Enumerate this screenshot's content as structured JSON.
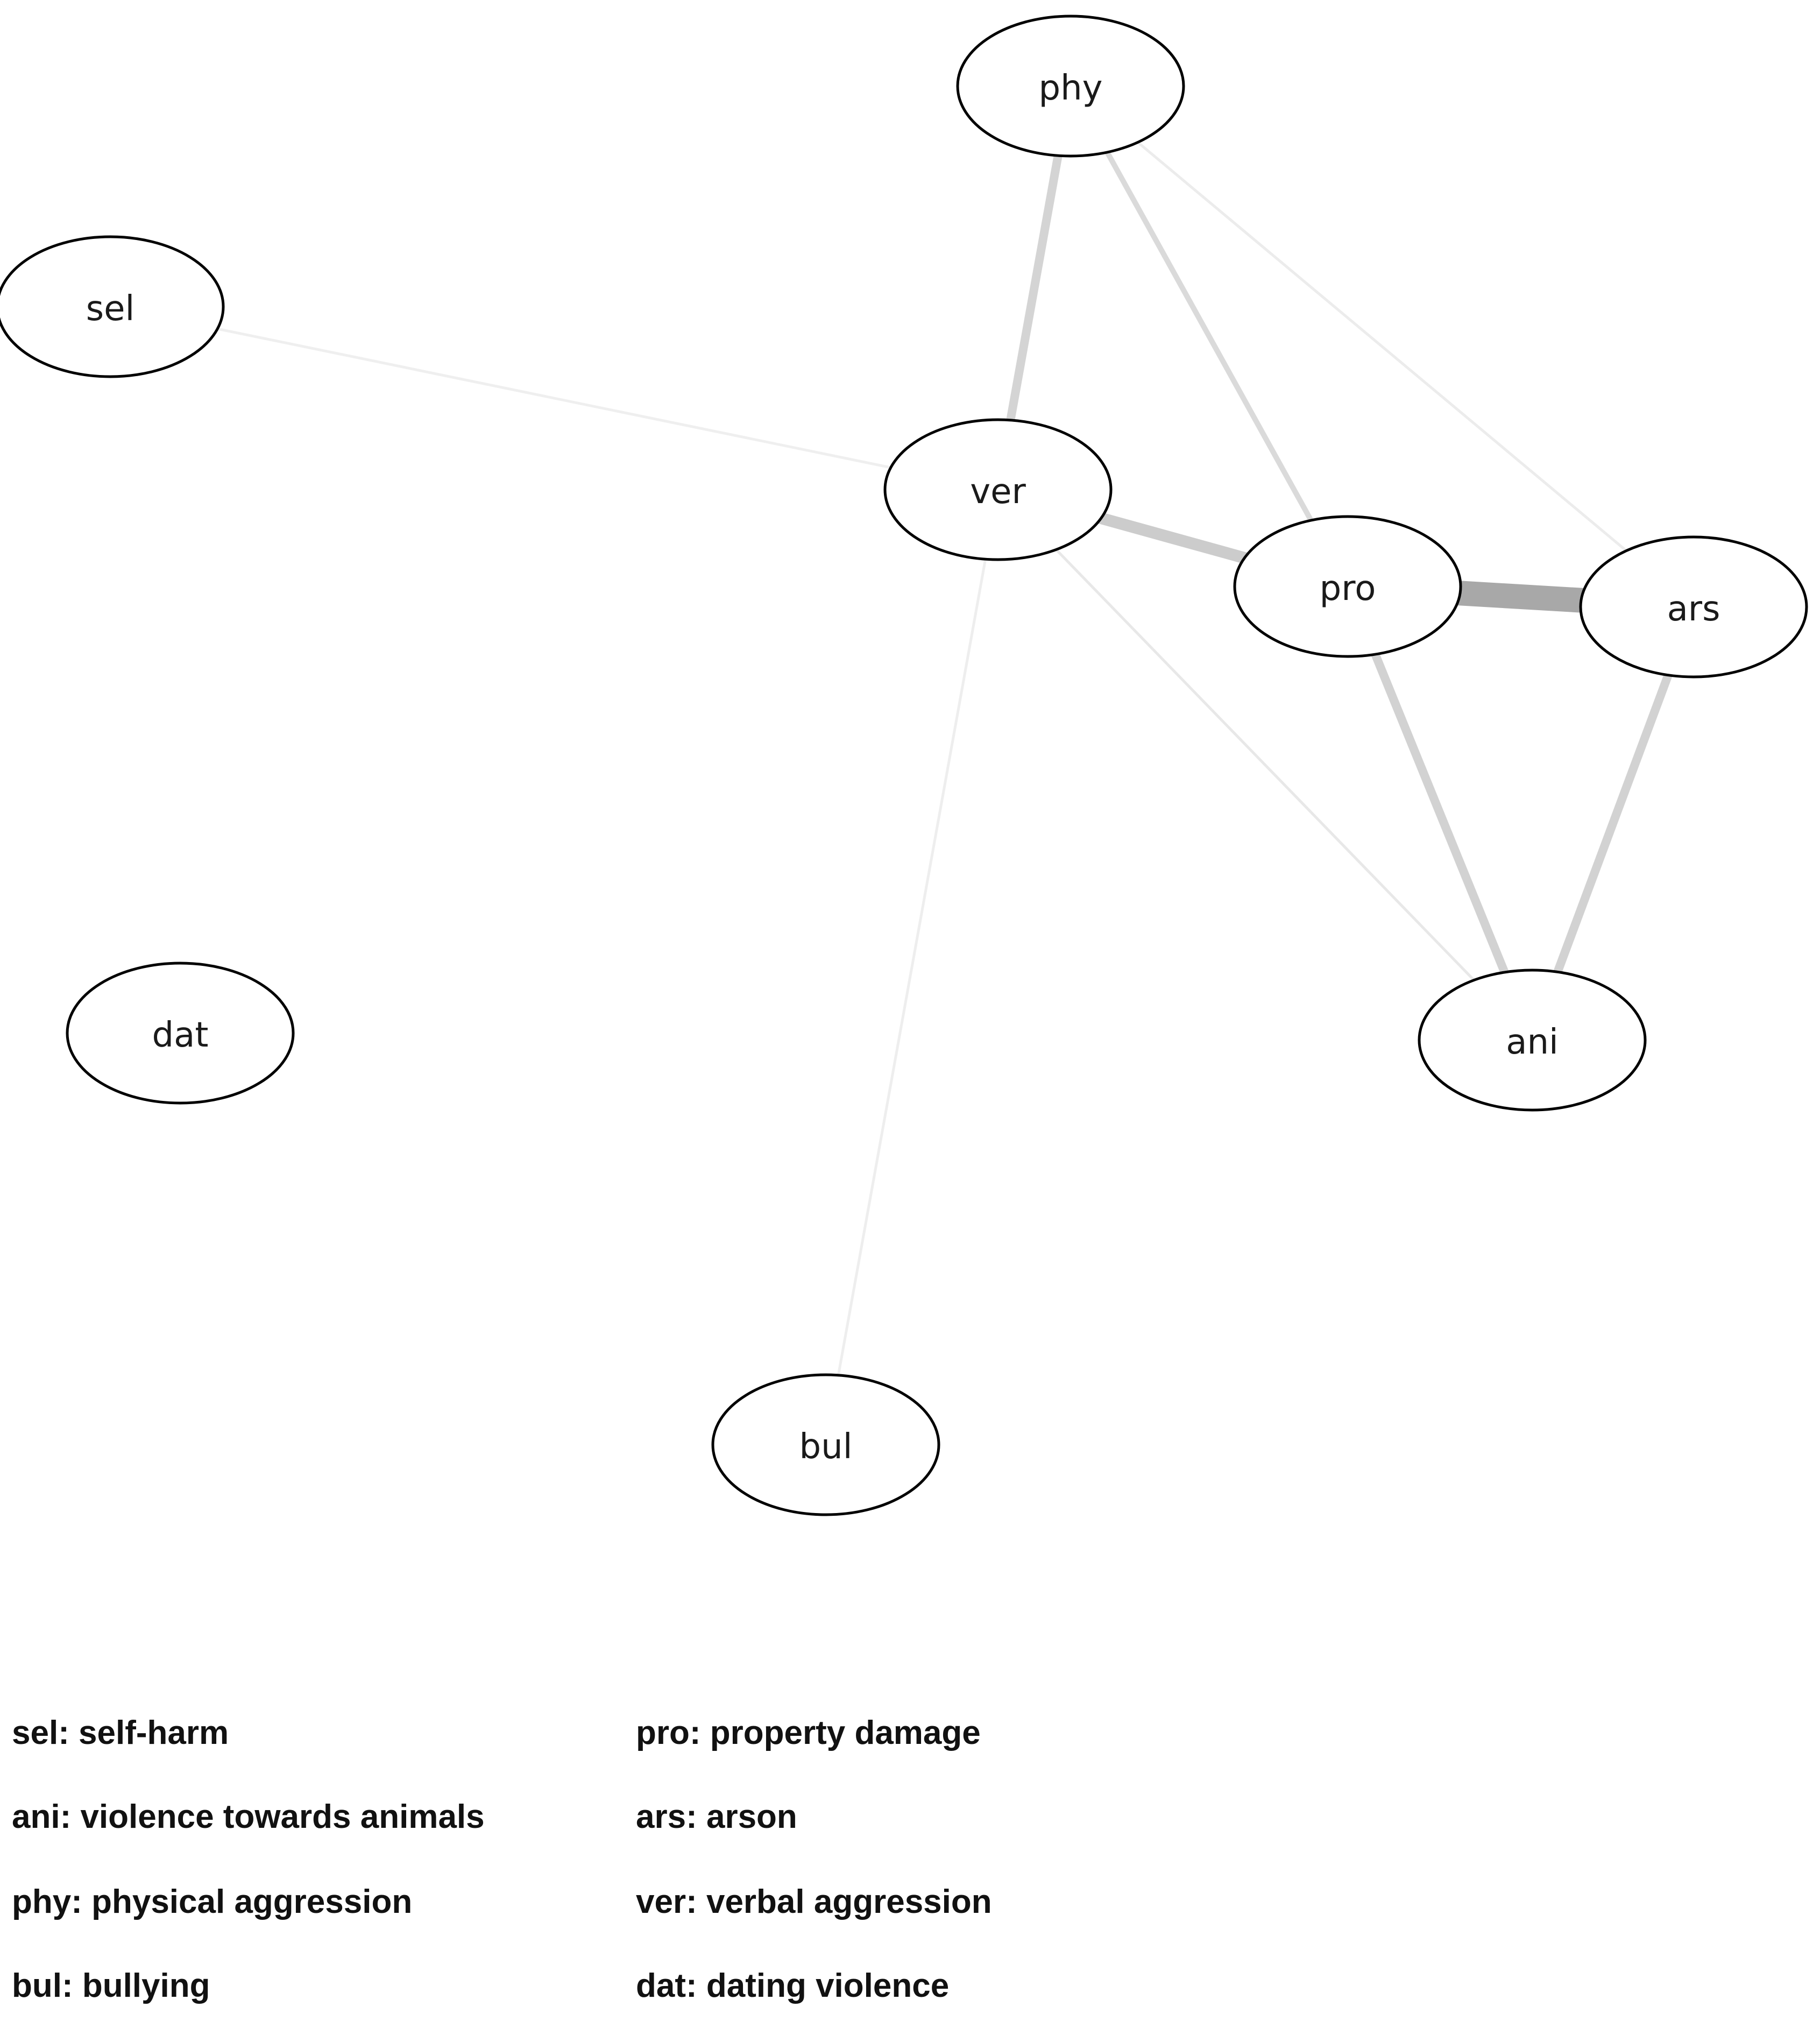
{
  "nodes": [
    {
      "id": "phy",
      "label": "phy"
    },
    {
      "id": "sel",
      "label": "sel"
    },
    {
      "id": "ver",
      "label": "ver"
    },
    {
      "id": "pro",
      "label": "pro"
    },
    {
      "id": "ars",
      "label": "ars"
    },
    {
      "id": "ani",
      "label": "ani"
    },
    {
      "id": "dat",
      "label": "dat"
    },
    {
      "id": "bul",
      "label": "bul"
    }
  ],
  "edges": [
    {
      "source": "sel",
      "target": "ver",
      "strength": "very weak",
      "color": "#efefef"
    },
    {
      "source": "phy",
      "target": "ver",
      "strength": "moderate",
      "color": "#d4d4d4"
    },
    {
      "source": "phy",
      "target": "pro",
      "strength": "weak",
      "color": "#dadada"
    },
    {
      "source": "phy",
      "target": "ars",
      "strength": "very weak",
      "color": "#ececec"
    },
    {
      "source": "ver",
      "target": "pro",
      "strength": "moderate-strong",
      "color": "#cccccc"
    },
    {
      "source": "ver",
      "target": "ani",
      "strength": "very weak",
      "color": "#e8e8e8"
    },
    {
      "source": "ver",
      "target": "bul",
      "strength": "very weak",
      "color": "#eeeeee"
    },
    {
      "source": "pro",
      "target": "ars",
      "strength": "strong",
      "color": "#a8a8a8"
    },
    {
      "source": "pro",
      "target": "ani",
      "strength": "moderate",
      "color": "#d2d2d2"
    },
    {
      "source": "ars",
      "target": "ani",
      "strength": "moderate",
      "color": "#d2d2d2"
    }
  ],
  "legend": [
    {
      "text": "sel: self-harm"
    },
    {
      "text": "pro: property damage"
    },
    {
      "text": "ani: violence towards animals"
    },
    {
      "text": "ars: arson"
    },
    {
      "text": "phy: physical aggression"
    },
    {
      "text": "ver: verbal aggression"
    },
    {
      "text": "bul: bullying"
    },
    {
      "text": "dat: dating violence"
    }
  ]
}
